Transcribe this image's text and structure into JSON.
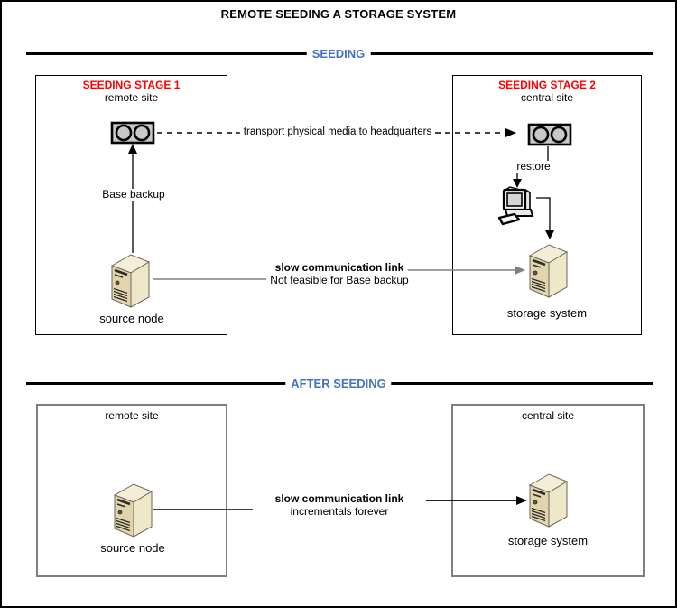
{
  "title": "REMOTE SEEDING A STORAGE SYSTEM",
  "seeding": {
    "heading": "SEEDING",
    "stage1": {
      "title": "SEEDING STAGE 1",
      "subtitle": "remote site",
      "media_arrow_label": "Base backup",
      "node_label": "source node"
    },
    "stage2": {
      "title": "SEEDING STAGE 2",
      "subtitle": "central site",
      "restore_label": "restore",
      "node_label": "storage system"
    },
    "transport_label": "transport physical media to headquarters",
    "link_label": "slow communication link",
    "link_note": "Not feasible for Base backup"
  },
  "after_seeding": {
    "heading": "AFTER SEEDING",
    "remote": {
      "subtitle": "remote site",
      "node_label": "source node"
    },
    "central": {
      "subtitle": "central site",
      "node_label": "storage system"
    },
    "link_label": "slow communication link",
    "link_note": "incrementals forever"
  },
  "icons": {
    "tape_media": "tape-media-icon",
    "server_tower": "server-tower-icon",
    "desktop_computer": "desktop-computer-icon"
  },
  "colors": {
    "heading_blue": "#4472C4",
    "stage_red": "#FF0000",
    "link_gray": "#808080",
    "tape_gray": "#C8C8C8",
    "server_front": "#E2D5AC",
    "server_side": "#EFE7C9",
    "server_top": "#F4EED8"
  }
}
